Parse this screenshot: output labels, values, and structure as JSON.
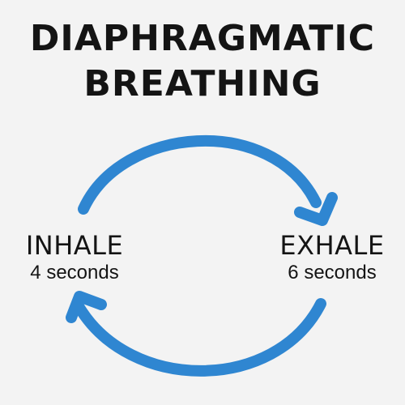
{
  "title": {
    "line1": "DIAPHRAGMATIC",
    "line2": "BREATHING"
  },
  "phases": {
    "inhale": {
      "label": "INHALE",
      "duration": "4 seconds"
    },
    "exhale": {
      "label": "EXHALE",
      "duration": "6 seconds"
    }
  },
  "colors": {
    "arrow": "#2f86d1",
    "text": "#141414",
    "background": "#f3f3f3"
  },
  "icons": {
    "top_arrow": "curved-arrow-clockwise-icon",
    "bottom_arrow": "curved-arrow-clockwise-icon"
  }
}
